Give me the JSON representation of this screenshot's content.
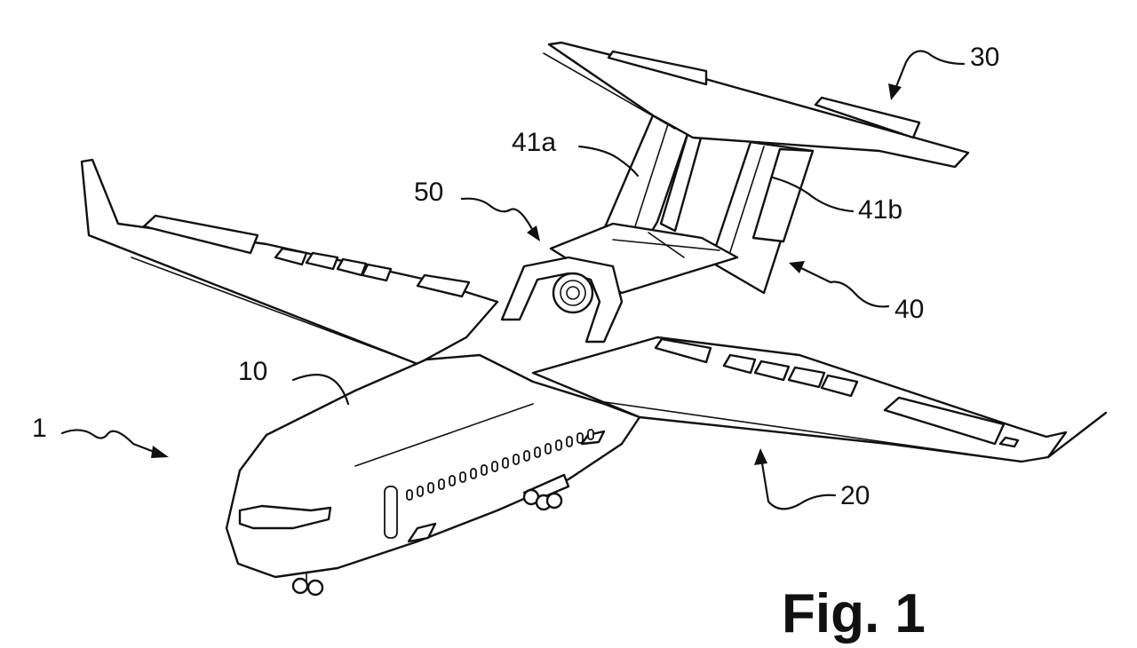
{
  "figure": {
    "caption": "Fig. 1",
    "references": {
      "aircraft": "1",
      "fuselage": "10",
      "wing": "20",
      "horizontal_tail": "30",
      "vertical_tail_assembly": "40",
      "fin_left": "41a",
      "fin_right": "41b",
      "engine": "50"
    }
  }
}
